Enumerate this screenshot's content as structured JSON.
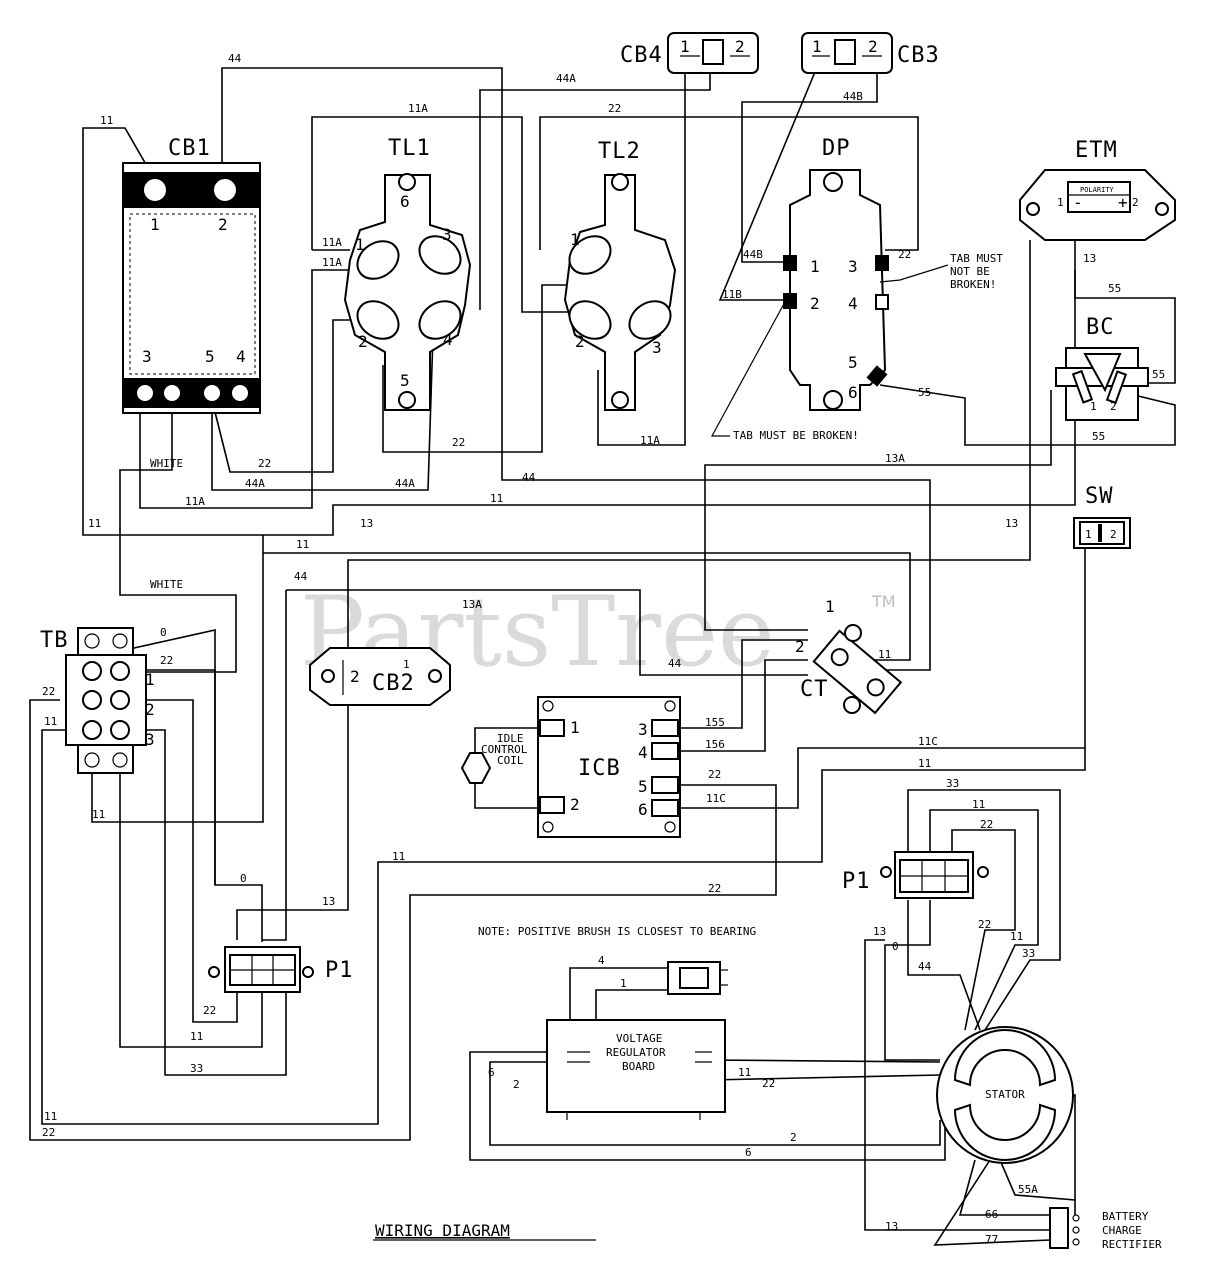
{
  "title": "WIRING DIAGRAM",
  "watermark": "PartsTree",
  "watermark_tm": "TM",
  "components": {
    "cb1": "CB1",
    "cb2": "CB2",
    "cb3": "CB3",
    "cb4": "CB4",
    "tl1": "TL1",
    "tl2": "TL2",
    "dp": "DP",
    "etm": "ETM",
    "bc": "BC",
    "sw": "SW",
    "tb": "TB",
    "ct": "CT",
    "icb": "ICB",
    "p1_left": "P1",
    "p1_right": "P1",
    "stator": "STATOR"
  },
  "idle_coil": [
    "IDLE",
    "CONTROL",
    "COIL"
  ],
  "vr_board": [
    "VOLTAGE",
    "REGULATOR",
    "BOARD"
  ],
  "rectifier": [
    "BATTERY",
    "CHARGE",
    "RECTIFIER"
  ],
  "etm_polarity": "POLARITY",
  "notes": {
    "tab_not_broken": [
      "TAB MUST",
      "NOT BE",
      "BROKEN!"
    ],
    "tab_broken": "TAB MUST BE BROKEN!",
    "brush": "NOTE: POSITIVE BRUSH IS CLOSEST TO BEARING"
  },
  "wires": {
    "w44": "44",
    "w44A": "44A",
    "w44B": "44B",
    "w11": "11",
    "w11A": "11A",
    "w11B": "11B",
    "w11C": "11C",
    "w22": "22",
    "w13": "13",
    "w13A": "13A",
    "w55": "55",
    "w55A": "55A",
    "w33": "33",
    "w0": "0",
    "w2": "2",
    "w4": "4",
    "w1": "1",
    "w6": "6",
    "w66": "66",
    "w77": "77",
    "w155": "155",
    "w156": "156",
    "white": "WHITE"
  },
  "terminals": {
    "t1": "1",
    "t2": "2",
    "t3": "3",
    "t4": "4",
    "t5": "5",
    "t6": "6",
    "minus": "-",
    "plus": "+"
  }
}
